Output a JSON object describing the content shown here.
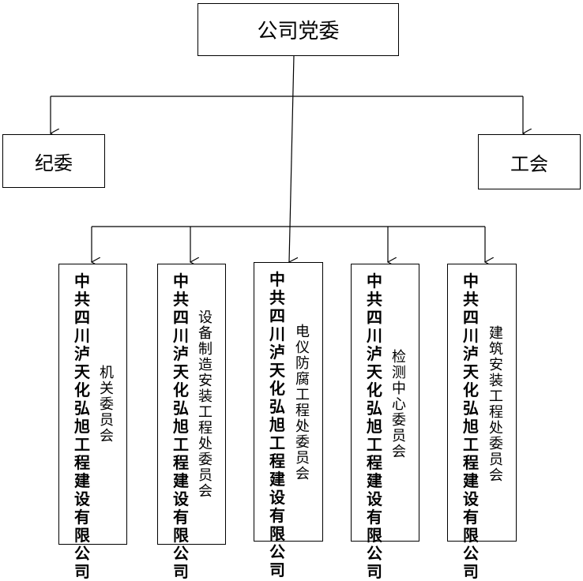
{
  "top": {
    "label": "公司党委"
  },
  "left": {
    "label": "纪委"
  },
  "right": {
    "label": "工会"
  },
  "branches": [
    {
      "company": "中共四川泸天化弘旭工程建设有限公司",
      "unit": "机关委员会"
    },
    {
      "company": "中共四川泸天化弘旭工程建设有限公司",
      "unit": "设备制造安装工程处委员会"
    },
    {
      "company": "中共四川泸天化弘旭工程建设有限公司",
      "unit": "电仪防腐工程处委员会"
    },
    {
      "company": "中共四川泸天化弘旭工程建设有限公司",
      "unit": "检测中心委员会"
    },
    {
      "company": "中共四川泸天化弘旭工程建设有限公司",
      "unit": "建筑安装工程处委员会"
    }
  ]
}
